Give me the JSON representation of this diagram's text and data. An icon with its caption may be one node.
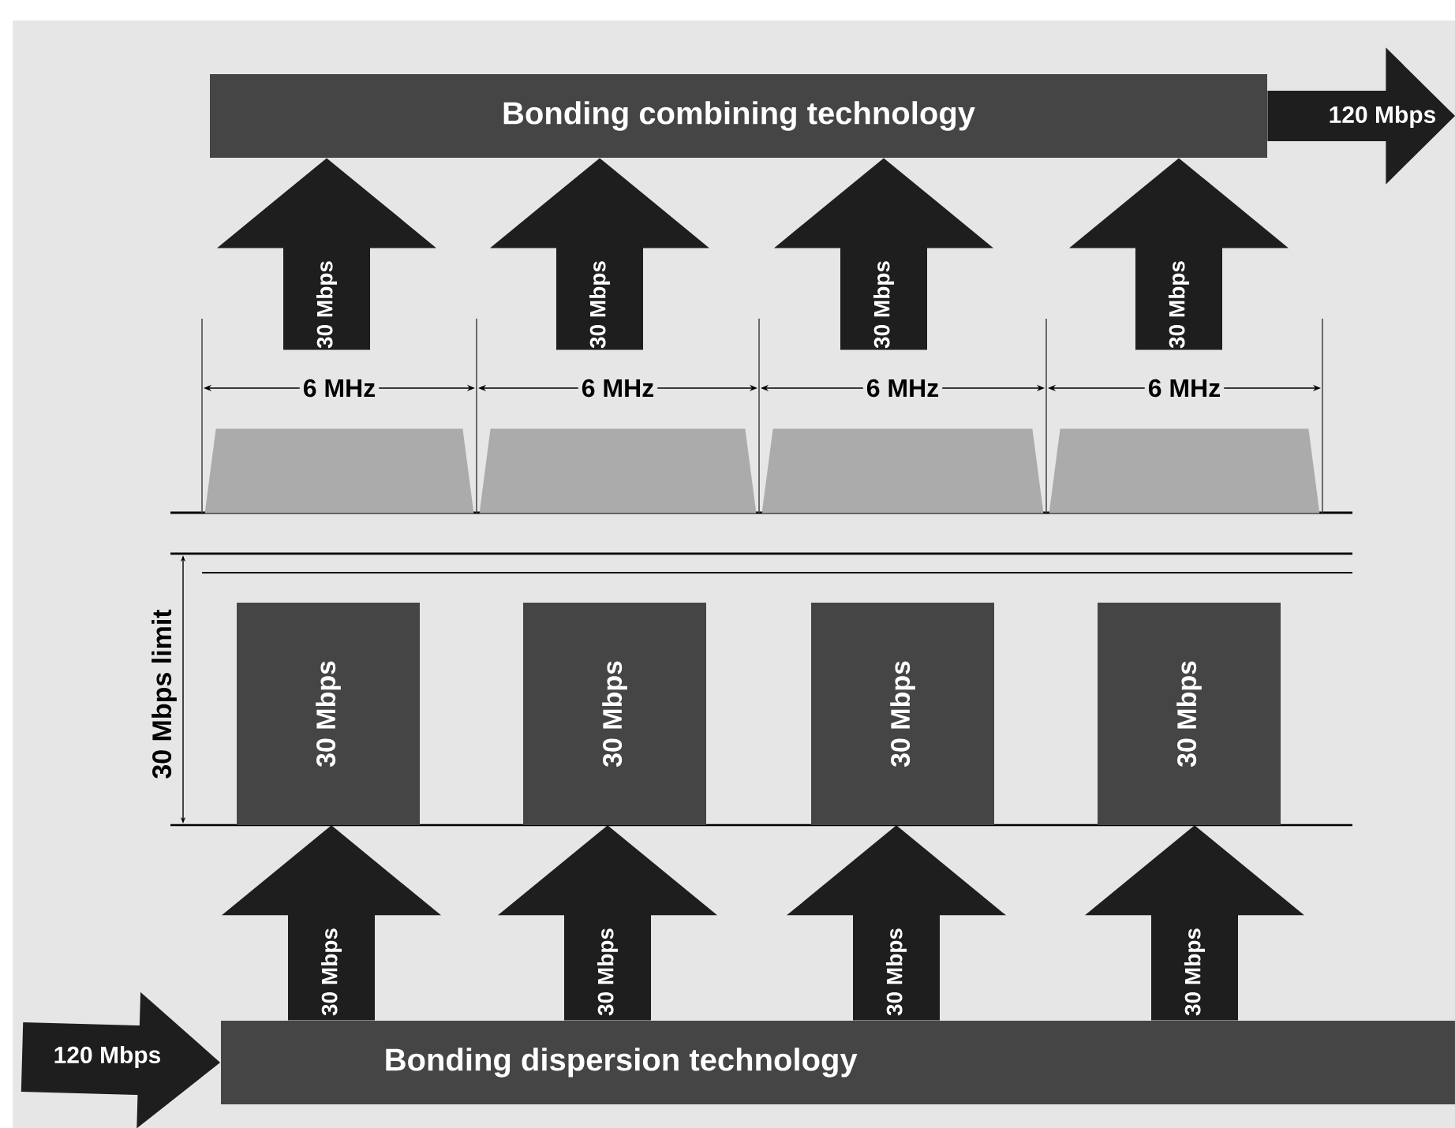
{
  "diagram": {
    "nodes": [
      {
        "text": [
          "Bonding combining technology"
        ]
      },
      {
        "text": [],
        "shape": "trapezoid",
        "beside": [
          "6 MHz"
        ]
      },
      {
        "text": [],
        "shape": "trapezoid",
        "beside": [
          "6 MHz"
        ]
      },
      {
        "text": [],
        "shape": "trapezoid",
        "beside": [
          "6 MHz"
        ]
      },
      {
        "text": [],
        "shape": "trapezoid",
        "beside": [
          "6 MHz"
        ]
      },
      {
        "text": [
          "30 Mbps"
        ]
      },
      {
        "text": [
          "30 Mbps"
        ]
      },
      {
        "text": [
          "30 Mbps"
        ]
      },
      {
        "text": [
          "30 Mbps"
        ]
      },
      {
        "text": [
          "Bonding dispersion technology"
        ]
      }
    ],
    "edges": [
      {
        "from": 1,
        "to": 0,
        "arrow": "to",
        "label": "30 Mbps"
      },
      {
        "from": 2,
        "to": 0,
        "arrow": "to",
        "label": "30 Mbps"
      },
      {
        "from": 3,
        "to": 0,
        "arrow": "to",
        "label": "30 Mbps"
      },
      {
        "from": 4,
        "to": 0,
        "arrow": "to",
        "label": "30 Mbps"
      },
      {
        "from": 0,
        "to": null,
        "arrow": "to",
        "label": "120 Mbps"
      },
      {
        "from": 9,
        "to": 5,
        "arrow": "to",
        "label": "30 Mbps"
      },
      {
        "from": 9,
        "to": 6,
        "arrow": "to",
        "label": "30 Mbps"
      },
      {
        "from": 9,
        "to": 7,
        "arrow": "to",
        "label": "30 Mbps"
      },
      {
        "from": 9,
        "to": 8,
        "arrow": "to",
        "label": "30 Mbps"
      },
      {
        "from": null,
        "to": 9,
        "arrow": "to",
        "label": "120 Mbps"
      }
    ],
    "labels": [
      "30 Mbps limit"
    ]
  }
}
